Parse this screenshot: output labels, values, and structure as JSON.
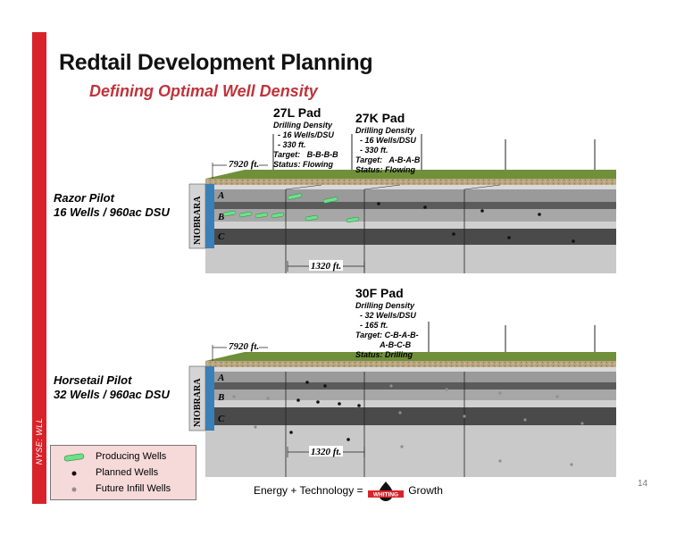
{
  "slide": {
    "title": "Redtail Development Planning",
    "subtitle": "Defining Optimal Well Density",
    "side_label": "NYSE: WLL",
    "page_number": "14",
    "tagline_left": "Energy + Technology =",
    "tagline_logo": "WHITING",
    "tagline_right": "Growth"
  },
  "pilots": {
    "razor": {
      "line1": "Razor Pilot",
      "line2": "16 Wells / 960ac DSU"
    },
    "horsetail": {
      "line1": "Horsetail Pilot",
      "line2": "32 Wells / 960ac DSU"
    }
  },
  "pads": {
    "p27l": {
      "title": "27L Pad",
      "l1": "Drilling Density",
      "l2": "  - 16 Wells/DSU",
      "l3": "  - 330 ft.",
      "l4": "Target:   B-B-B-B",
      "l5": "Status: Flowing"
    },
    "p27k": {
      "title": "27K Pad",
      "l1": "Drilling Density",
      "l2": "  - 16 Wells/DSU",
      "l3": "  - 330 ft.",
      "l4": "Target:   A-B-A-B",
      "l5": "Status: Flowing"
    },
    "p30f": {
      "title": "30F Pad",
      "l1": "Drilling Density",
      "l2": "  - 32 Wells/DSU",
      "l3": "  - 165 ft.",
      "l4": "Target: C-B-A-B-",
      "l5": "           A-B-C-B",
      "l6": "Status: Drilling"
    }
  },
  "diagram": {
    "formation_label": "NIOBRARA",
    "benches": [
      "A",
      "B",
      "C"
    ],
    "dim_length": "7920 ft.",
    "dim_width": "1320 ft.",
    "colors": {
      "grass": "#6f8f3a",
      "gravel": "#b8a27a",
      "light_layer": "#cfcfcf",
      "dark_layer": "#4a4a4a",
      "producing": "#6ee08a",
      "planned": "#111111",
      "infill": "#8e8e8e",
      "brand_red": "#d8232a"
    }
  },
  "legend": {
    "items": [
      {
        "label": "Producing Wells",
        "icon": "producing-well-icon"
      },
      {
        "label": "Planned Wells",
        "icon": "planned-well-icon"
      },
      {
        "label": "Future Infill Wells",
        "icon": "infill-well-icon"
      }
    ]
  }
}
